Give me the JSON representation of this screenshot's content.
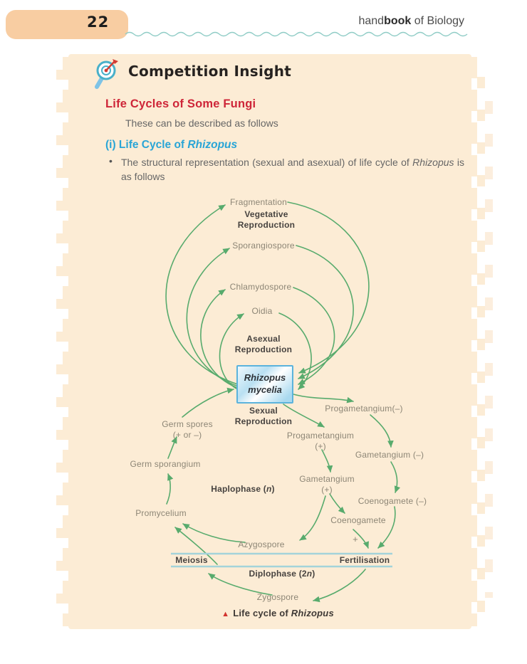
{
  "colors": {
    "paper": "#fcecd5",
    "tab": "#f8cda2",
    "red-heading": "#ce2538",
    "cyan-heading": "#29a5d6",
    "green-arrow": "#58ab6d",
    "teal-line": "#a3d3da",
    "wavy-line": "#8fccc6",
    "text-body": "#666666",
    "label-gray": "#8d8676",
    "label-dark": "#474340",
    "box-border": "#5bb3dc",
    "caption-red": "#d2342f",
    "ink": "#1d1d1d"
  },
  "header": {
    "page_number": "22",
    "brand_pre": "hand",
    "brand_bold": "book",
    "brand_post": " of Biology"
  },
  "title": "Competition Insight",
  "section": {
    "heading": "Life Cycles of Some Fungi",
    "intro": "These can be described as follows",
    "sub_prefix": "(i) Life Cycle of ",
    "sub_italic": "Rhizopus",
    "bullet_marker": "•",
    "bullet_pre": "The structural representation (sexual and asexual) of life cycle of ",
    "bullet_italic": "Rhizopus",
    "bullet_post": " is as follows"
  },
  "diagram": {
    "labels": {
      "fragmentation": "Fragmentation",
      "vegetative": "Vegetative\nReproduction",
      "sporangiospore": "Sporangiospore",
      "chlamydospore": "Chlamydospore",
      "oidia": "Oidia",
      "asexual": "Asexual\nReproduction",
      "box": "Rhizopus\nmycelia",
      "sexual": "Sexual\nReproduction",
      "progametangium_minus": "Progametangium(–)",
      "progametangium_plus": "Progametangium\n(+)",
      "gametangium_minus": "Gametangium (–)",
      "gametangium_plus": "Gametangium\n(+)",
      "coenogamete_minus": "Coenogamete (–)",
      "coenogamete": "Coenogamete",
      "plus_sign": "+",
      "germ_spores": "Germ spores\n(+ or –)",
      "germ_sporangium": "Germ sporangium",
      "haplophase_pre": "Haplophase (",
      "haplophase_n": "n",
      "haplophase_post": ")",
      "promycelium": "Promycelium",
      "azygospore": "Azygospore",
      "meiosis": "Meiosis",
      "fertilisation": "Fertilisation",
      "diplophase_pre": "Diplophase (2",
      "diplophase_n": "n",
      "diplophase_post": ")",
      "zygospore": "Zygospore"
    },
    "caption_marker": "▲",
    "caption_pre": "Life cycle of ",
    "caption_italic": "Rhizopus"
  }
}
